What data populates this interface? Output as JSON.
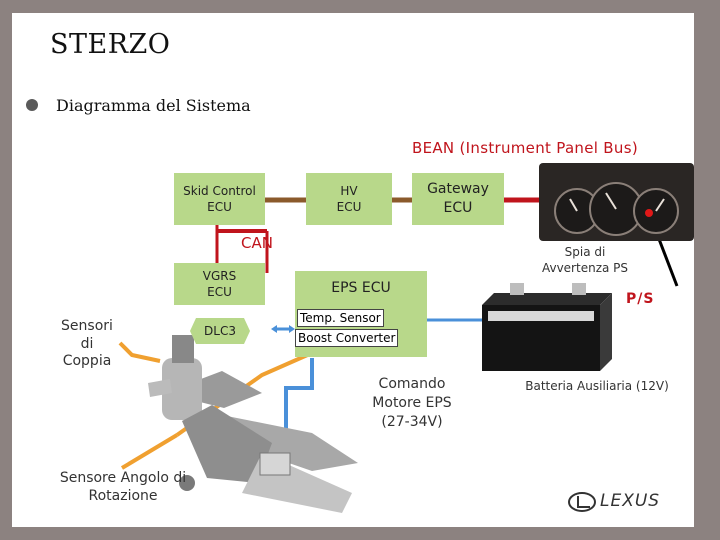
{
  "slide": {
    "title": "STERZO",
    "subtitle": "Diagramma del Sistema"
  },
  "diagram": {
    "bean_label": "BEAN (Instrument Panel Bus)",
    "can_label": "CAN",
    "skid_ecu": "Skid Control\nECU",
    "hv_ecu": "HV\nECU",
    "gateway_ecu": "Gateway\nECU",
    "vgrs_ecu": "VGRS\nECU",
    "eps_ecu": "EPS ECU",
    "dlc3": "DLC3",
    "temp_sensor": "Temp. Sensor",
    "boost_converter": "Boost Converter",
    "warning_light": "Spia di\nAvvertenza PS",
    "ps_indicator": "P/S",
    "torque_sensors": "Sensori\ndi\nCoppia",
    "eps_motor": "Comando\nMotore EPS\n(27-34V)",
    "battery": "Batteria Ausiliaria (12V)",
    "rotation_sensor": "Sensore Angolo di\nRotazione"
  },
  "brand": {
    "logo_text": "LEXUS"
  },
  "colors": {
    "frame": "#8c8280",
    "ecu_green": "#b8d88a",
    "dark_green": "#5f8a3c",
    "can_red": "#c0141c",
    "bus_brown": "#8b5a2b",
    "signal_orange": "#f0a030",
    "wire_blue": "#4a90d9"
  }
}
